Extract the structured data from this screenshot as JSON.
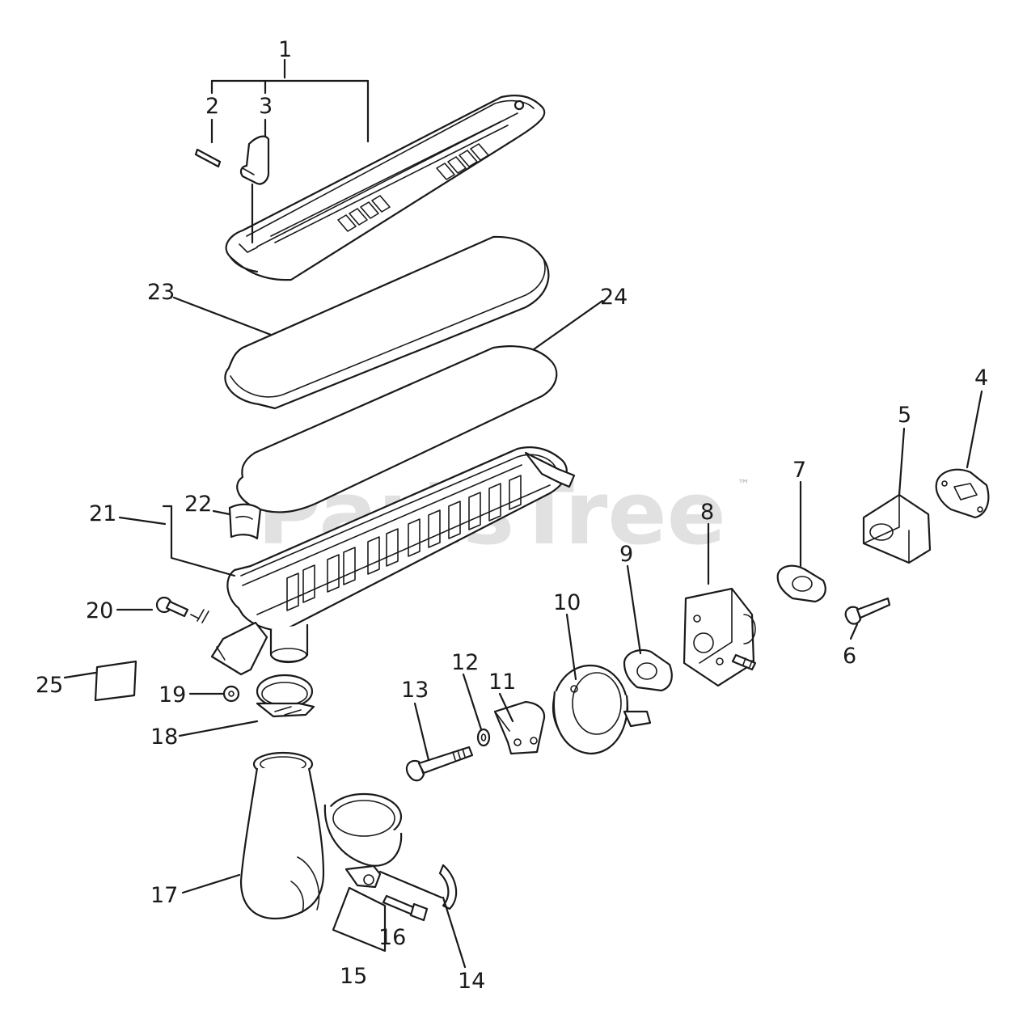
{
  "watermark": {
    "brand": "PartsTree",
    "trademark": "™"
  },
  "callouts": [
    {
      "id": "c1",
      "label": "1"
    },
    {
      "id": "c2",
      "label": "2"
    },
    {
      "id": "c3",
      "label": "3"
    },
    {
      "id": "c4",
      "label": "4"
    },
    {
      "id": "c5",
      "label": "5"
    },
    {
      "id": "c6",
      "label": "6"
    },
    {
      "id": "c7",
      "label": "7"
    },
    {
      "id": "c8",
      "label": "8"
    },
    {
      "id": "c9",
      "label": "9"
    },
    {
      "id": "c10",
      "label": "10"
    },
    {
      "id": "c11",
      "label": "11"
    },
    {
      "id": "c12",
      "label": "12"
    },
    {
      "id": "c13",
      "label": "13"
    },
    {
      "id": "c14",
      "label": "14"
    },
    {
      "id": "c15",
      "label": "15"
    },
    {
      "id": "c16",
      "label": "16"
    },
    {
      "id": "c17",
      "label": "17"
    },
    {
      "id": "c18",
      "label": "18"
    },
    {
      "id": "c19",
      "label": "19"
    },
    {
      "id": "c20",
      "label": "20"
    },
    {
      "id": "c21",
      "label": "21"
    },
    {
      "id": "c22",
      "label": "22"
    },
    {
      "id": "c23",
      "label": "23"
    },
    {
      "id": "c24",
      "label": "24"
    },
    {
      "id": "c25",
      "label": "25"
    }
  ]
}
